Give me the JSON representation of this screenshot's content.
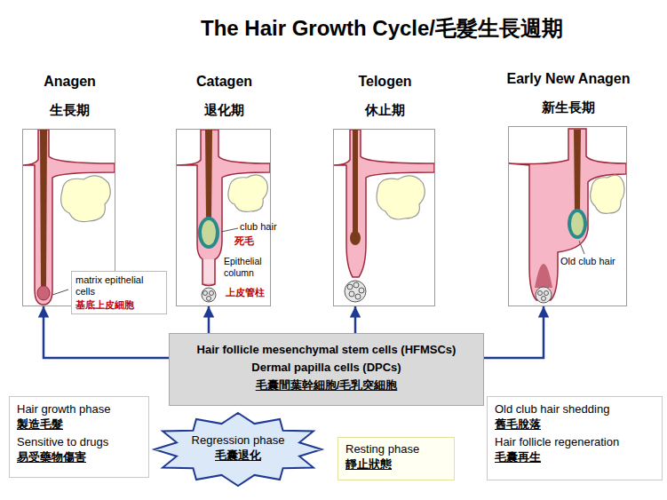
{
  "diagram": {
    "title": "The Hair Growth Cycle/毛髮生長週期",
    "nodes": [
      {
        "text": [
          "Anagen",
          "生長期"
        ]
      },
      {
        "text": [
          "matrix epithelial cells",
          "基底上皮細胞"
        ]
      },
      {
        "text": [
          "Catagen",
          "退化期"
        ]
      },
      {
        "text": [
          "Telogen",
          "休止期"
        ]
      },
      {
        "text": [
          "Early New Anagen",
          "新生長期"
        ]
      },
      {
        "text": [
          "Hair follicle mesenchymal stem cells (HFMSCs)",
          "Dermal papilla cells (DPCs)",
          "毛囊間葉幹細胞/毛乳突細胞"
        ]
      },
      {
        "text": [
          "Hair growth phase",
          "製造毛髮",
          "Sensitive to drugs",
          "易受藥物傷害"
        ]
      },
      {
        "text": [
          "Regression phase",
          "毛囊退化"
        ]
      },
      {
        "text": [
          "Resting phase",
          "靜止狀態"
        ]
      },
      {
        "text": [
          "Old club hair shedding",
          "舊毛脫落",
          "Hair follicle regeneration",
          "毛囊再生"
        ]
      }
    ],
    "edges": [
      {
        "from": 5,
        "to": 0,
        "arrow": "to"
      },
      {
        "from": 5,
        "to": 2,
        "arrow": "to"
      },
      {
        "from": 5,
        "to": 3,
        "arrow": "to"
      },
      {
        "from": 5,
        "to": 4,
        "arrow": "to"
      }
    ],
    "labels": [
      "club hair",
      "死毛",
      "Epithelial column",
      "上皮管柱",
      "Old club hair"
    ]
  }
}
